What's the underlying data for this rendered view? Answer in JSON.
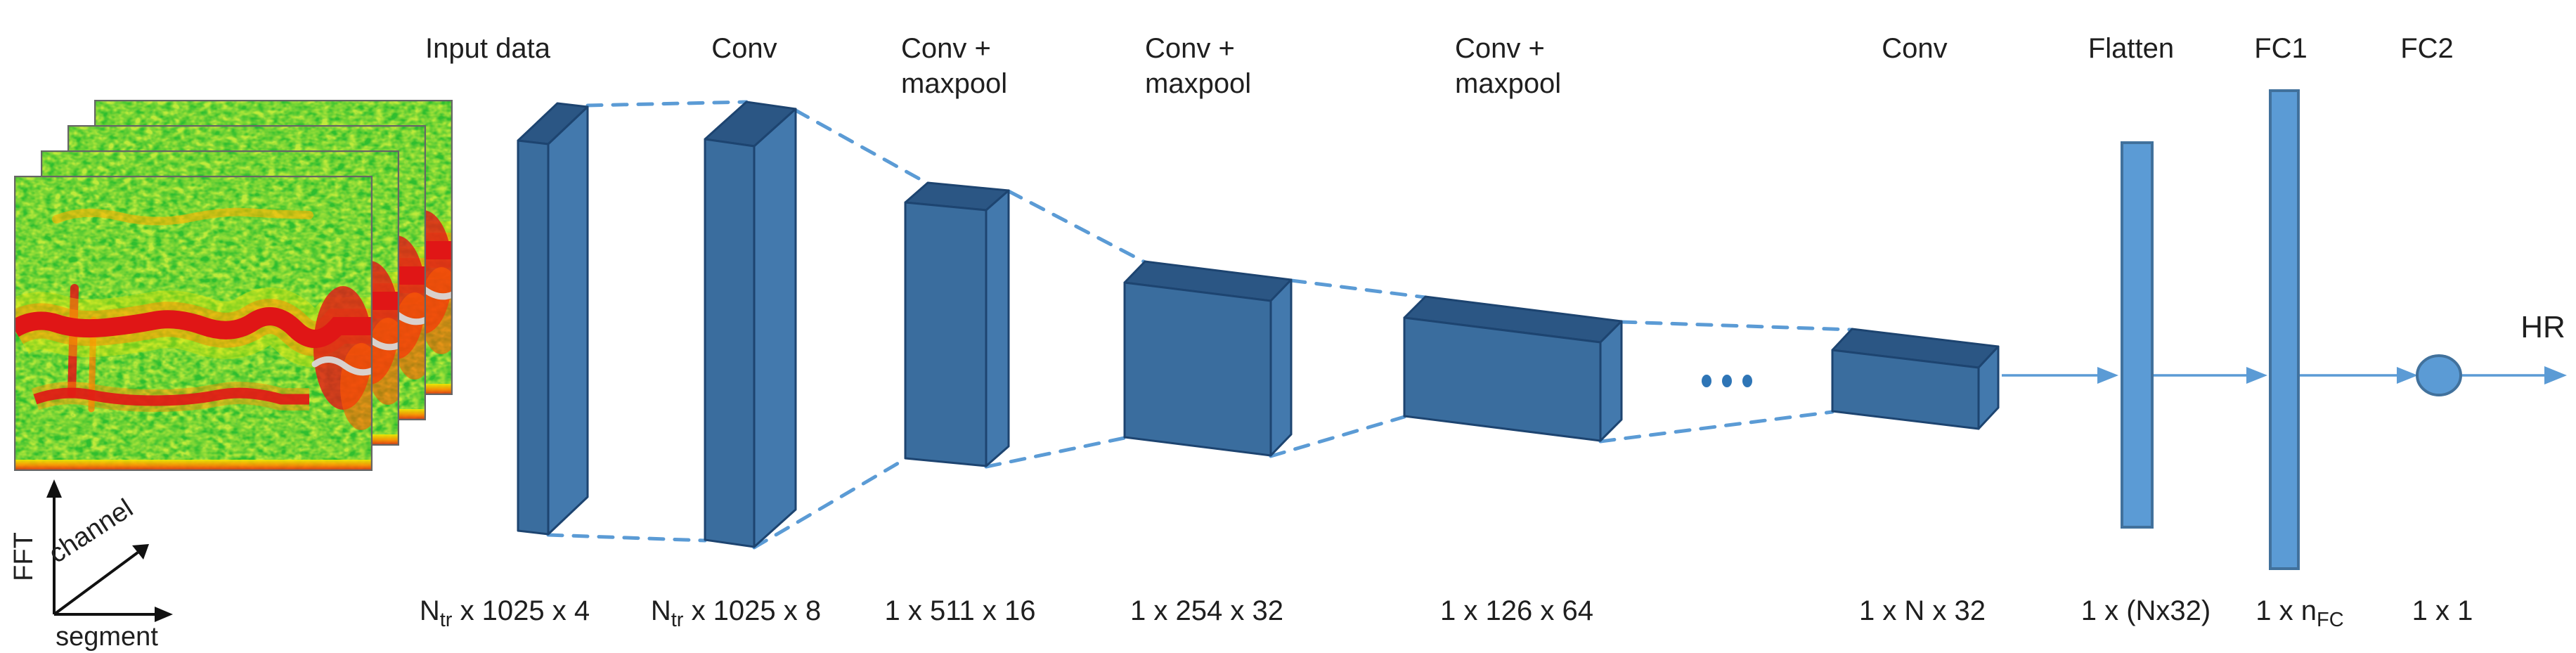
{
  "labels": {
    "input_data": "Input data",
    "conv": "Conv",
    "conv_maxpool_l1": "Conv +",
    "conv_maxpool_l2": "maxpool",
    "conv_last": "Conv",
    "flatten": "Flatten",
    "fc1": "FC1",
    "fc2": "FC2",
    "output": "HR"
  },
  "dimensions": {
    "input": {
      "pre": "N",
      "sub": "tr",
      "post": " x 1025 x 4"
    },
    "conv1": {
      "pre": "N",
      "sub": "tr",
      "post": " x 1025 x 8"
    },
    "pool1": {
      "pre": "1 x 511 x 16",
      "sub": "",
      "post": ""
    },
    "pool2": {
      "pre": "1 x 254 x 32",
      "sub": "",
      "post": ""
    },
    "pool3": {
      "pre": "1 x 126 x 64",
      "sub": "",
      "post": ""
    },
    "conv_last": {
      "pre": "1 x N x 32",
      "sub": "",
      "post": ""
    },
    "flatten": {
      "pre": "1 x (Nx32)",
      "sub": "",
      "post": ""
    },
    "fc1": {
      "pre": "1 x n",
      "sub": "FC",
      "post": ""
    },
    "fc2": {
      "pre": "1 x 1",
      "sub": "",
      "post": ""
    }
  },
  "axes": {
    "y": "FFT",
    "x": "segment",
    "z": "channel"
  },
  "colors": {
    "box_front": "#3A6D9E",
    "box_side": "#4379AD",
    "box_top": "#2B5684",
    "box_outline": "#1D4470",
    "connector_dashed": "#5B9BD5",
    "arrow": "#5B9BD5",
    "bar_fill": "#5B9BD5",
    "bar_outline": "#41719C",
    "ellipsis_dots": "#2E75B6",
    "label_text": "#1F1F1F",
    "spectrogram_green": "#2FBE2F",
    "spectrogram_red": "#E01616",
    "spectrogram_yellow": "#F0E800"
  }
}
